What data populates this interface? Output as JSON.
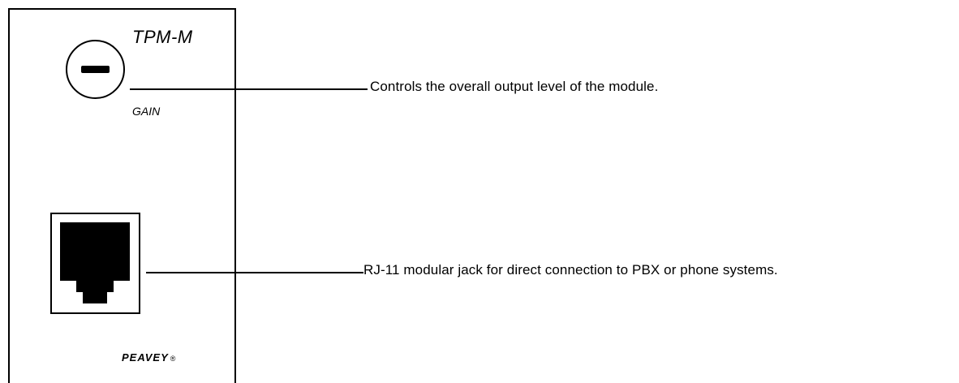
{
  "panel": {
    "module_name": "TPM-M",
    "knob_label": "GAIN",
    "brand_logo": "PEAVEY",
    "brand_registered_mark": "®"
  },
  "callouts": [
    {
      "id": "gain",
      "text": "Controls the overall output level of the module."
    },
    {
      "id": "jack",
      "text": "RJ-11 modular jack for direct connection to PBX or phone systems."
    }
  ],
  "colors": {
    "ink": "#000000",
    "background": "#ffffff"
  }
}
